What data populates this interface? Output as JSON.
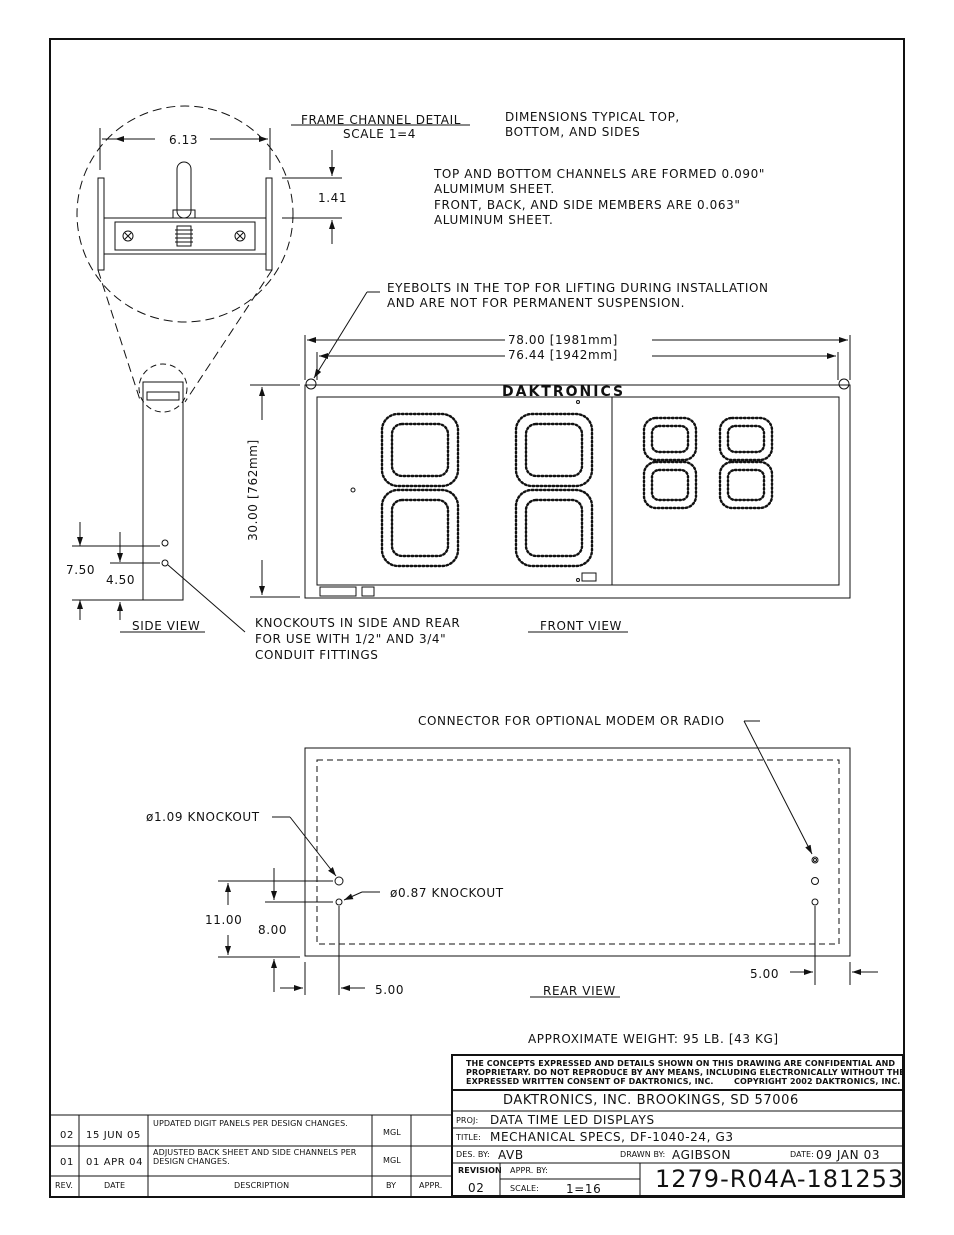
{
  "frame_detail": {
    "title": "FRAME CHANNEL DETAIL",
    "scale": "SCALE 1=4",
    "dim_width": "6.13",
    "dim_height": "1.41"
  },
  "notes": {
    "dimensions_typical_1": "DIMENSIONS TYPICAL TOP,",
    "dimensions_typical_2": "BOTTOM, AND SIDES",
    "channels_1": "TOP AND BOTTOM CHANNELS ARE FORMED 0.090\"",
    "channels_2": "ALUMIMUM SHEET.",
    "channels_3": "FRONT, BACK, AND SIDE MEMBERS ARE 0.063\"",
    "channels_4": "ALUMINUM SHEET.",
    "eyebolts_1": "EYEBOLTS IN THE TOP FOR LIFTING DURING INSTALLATION",
    "eyebolts_2": "AND ARE NOT FOR PERMANENT SUSPENSION.",
    "knockouts_1": "KNOCKOUTS IN SIDE AND REAR",
    "knockouts_2": "FOR USE WITH 1/2\" AND 3/4\"",
    "knockouts_3": "CONDUIT FITTINGS",
    "connector": "CONNECTOR FOR OPTIONAL MODEM OR RADIO",
    "weight": "APPROXIMATE WEIGHT: 95 LB. [43 KG]"
  },
  "front_view": {
    "label": "FRONT VIEW",
    "brand": "DAKTRONICS",
    "dim_overall": "78.00 [1981mm]",
    "dim_inner": "76.44 [1942mm]",
    "dim_height": "30.00 [762mm]"
  },
  "side_view": {
    "label": "SIDE VIEW",
    "dim_a": "7.50",
    "dim_b": "4.50"
  },
  "rear_view": {
    "label": "REAR VIEW",
    "knockout_large": "ø1.09 KNOCKOUT",
    "knockout_small": "ø0.87 KNOCKOUT",
    "dim_a": "11.00",
    "dim_b": "8.00",
    "dim_left": "5.00",
    "dim_right": "5.00"
  },
  "title_block": {
    "confidential_1": "THE CONCEPTS EXPRESSED AND DETAILS SHOWN ON THIS DRAWING ARE CONFIDENTIAL AND",
    "confidential_2": "PROPRIETARY. DO NOT REPRODUCE BY ANY MEANS, INCLUDING ELECTRONICALLY WITHOUT THE",
    "confidential_3": "EXPRESSED WRITTEN CONSENT OF DAKTRONICS, INC.",
    "copyright": "COPYRIGHT 2002 DAKTRONICS, INC.",
    "company": "DAKTRONICS, INC.   BROOKINGS, SD 57006",
    "proj_label": "PROJ:",
    "proj": "DATA TIME LED DISPLAYS",
    "title_label": "TITLE:",
    "title": "MECHANICAL SPECS, DF-1040-24, G3",
    "des_label": "DES. BY:",
    "des": "AVB",
    "drawn_label": "DRAWN BY:",
    "drawn": "AGIBSON",
    "date_label": "DATE:",
    "date": "09 JAN 03",
    "revision_label": "REVISION",
    "revision": "02",
    "appr_label": "APPR. BY:",
    "scale_label": "SCALE:",
    "scale": "1=16",
    "drawing_number": "1279-R04A-181253"
  },
  "revisions": {
    "headers": {
      "rev": "REV.",
      "date": "DATE",
      "description": "DESCRIPTION",
      "by": "BY",
      "appr": "APPR."
    },
    "rows": [
      {
        "rev": "02",
        "date": "15 JUN 05",
        "description": "UPDATED DIGIT PANELS PER DESIGN CHANGES.",
        "by": "MGL"
      },
      {
        "rev": "01",
        "date": "01 APR 04",
        "description": "ADJUSTED BACK SHEET AND SIDE CHANNELS PER DESIGN CHANGES.",
        "by": "MGL"
      }
    ]
  }
}
